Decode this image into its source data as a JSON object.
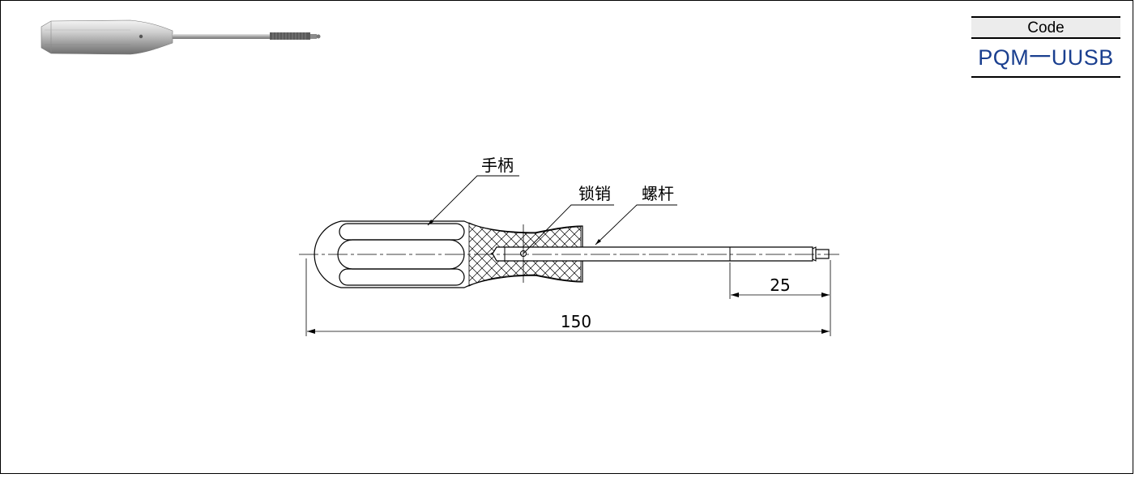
{
  "code_table": {
    "header": "Code",
    "value": "PQM一UUSB"
  },
  "drawing": {
    "labels": {
      "handle": "手柄",
      "lock_pin": "锁销",
      "screw_rod": "螺杆"
    },
    "dimensions": {
      "thread_length": "25",
      "overall_length": "150"
    }
  },
  "colors": {
    "code_value": "#1a3f8f",
    "header_bg": "#ececec"
  }
}
